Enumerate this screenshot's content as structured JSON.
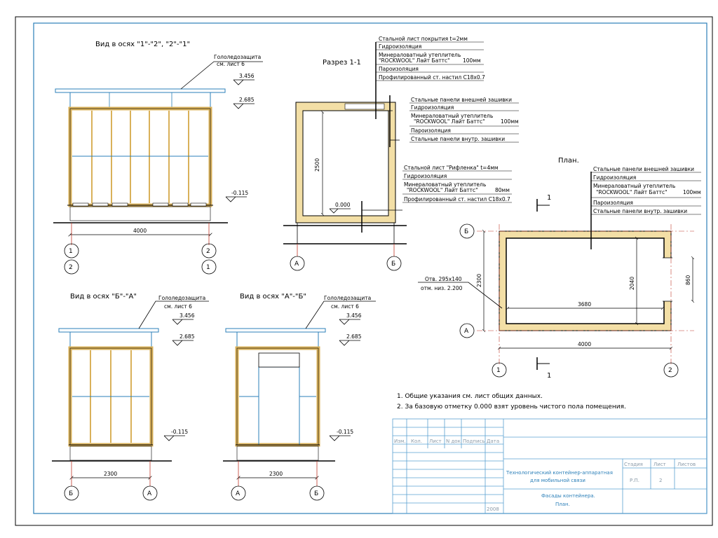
{
  "views": {
    "side": {
      "title": "Вид в осях \"1\"-\"2\", \"2\"-\"1\"",
      "roof_note": [
        "Гололедозащита",
        "см. лист 6"
      ],
      "levels": [
        "3.456",
        "2.685",
        "-0.115"
      ],
      "dimension": "4000",
      "axes": [
        "1",
        "2",
        "2",
        "1"
      ]
    },
    "end_ba": {
      "title": "Вид в осях \"Б\"-\"А\"",
      "roof_note": [
        "Гололедозащита",
        "см. лист 6"
      ],
      "levels": [
        "3.456",
        "2.685",
        "-0.115"
      ],
      "dimension": "2300",
      "axes": [
        "Б",
        "А"
      ]
    },
    "end_ab": {
      "title": "Вид в осях \"А\"-\"Б\"",
      "roof_note": [
        "Гололедозащита",
        "см. лист 6"
      ],
      "levels": [
        "3.456",
        "2.685",
        "-0.115"
      ],
      "dimension": "2300",
      "axes": [
        "А",
        "Б"
      ]
    }
  },
  "section": {
    "title": "Разрез 1-1",
    "height_dim": "2500",
    "floor_level": "0.000",
    "axes": [
      "А",
      "Б"
    ],
    "roof_layers": [
      "Стальной лист покрытия t=2мм",
      "Гидроизоляция",
      "Минераловатный утеплитель",
      "\"ROCKWOOL\" Лайт Баттс\"",
      "100мм",
      "Пароизоляция",
      "Профилированный ст. настил С18х0.7"
    ],
    "wall_layers": [
      "Стальные панели внешней зашивки",
      "Гидроизоляция",
      "Минераловатный утеплитель",
      "\"ROCKWOOL\" Лайт Баттс\"",
      "100мм",
      "Пароизоляция",
      "Стальные панели внутр. зашивки"
    ],
    "floor_layers": [
      "Стальной лист \"Рифленка\" t=4мм",
      "Гидроизоляция",
      "Минераловатный утеплитель",
      "\"ROCKWOOL\" Лайт Баттс\"",
      "80мм",
      "Профилированный ст. настил С18х0.7"
    ]
  },
  "plan": {
    "title": "План.",
    "layers": [
      "Стальные панели внешней зашивки",
      "Гидроизоляция",
      "Минераловатный утеплитель",
      "\"ROCKWOOL\" Лайт Баттс\"",
      "100мм",
      "Пароизоляция",
      "Стальные панели внутр. зашивки"
    ],
    "section_mark": "1",
    "dims": {
      "width": "4000",
      "inner_width": "3680",
      "height": "2300",
      "inner_height": "2040",
      "door": "860"
    },
    "opening_note": [
      "Отв. 295х140",
      "отм. низ. 2.200"
    ],
    "axes": [
      "Б",
      "А",
      "1",
      "2"
    ]
  },
  "notes": [
    "1.   Общие указания см. лист общих данных.",
    "2.   За базовую отметку 0.000 взят уровень чистого пола помещения."
  ],
  "title_block": {
    "headers": [
      "Изм.",
      "Кол.",
      "Лист",
      "N док.",
      "Подпись",
      "Дата"
    ],
    "project": [
      "Технологический контейнер-аппаратная",
      "для мобильной связи"
    ],
    "sheet_title": [
      "Фасады контейнера.",
      "План."
    ],
    "stage_headers": [
      "Стадия",
      "Лист",
      "Листов"
    ],
    "stage": "Р.П.",
    "sheet": "2",
    "year": "2008"
  },
  "colors": {
    "frame": "#000000",
    "insulation": "#d9b15a",
    "glazing": "#2b7fb8",
    "axis": "#c0392b",
    "title_block": "#5aa0d0"
  }
}
